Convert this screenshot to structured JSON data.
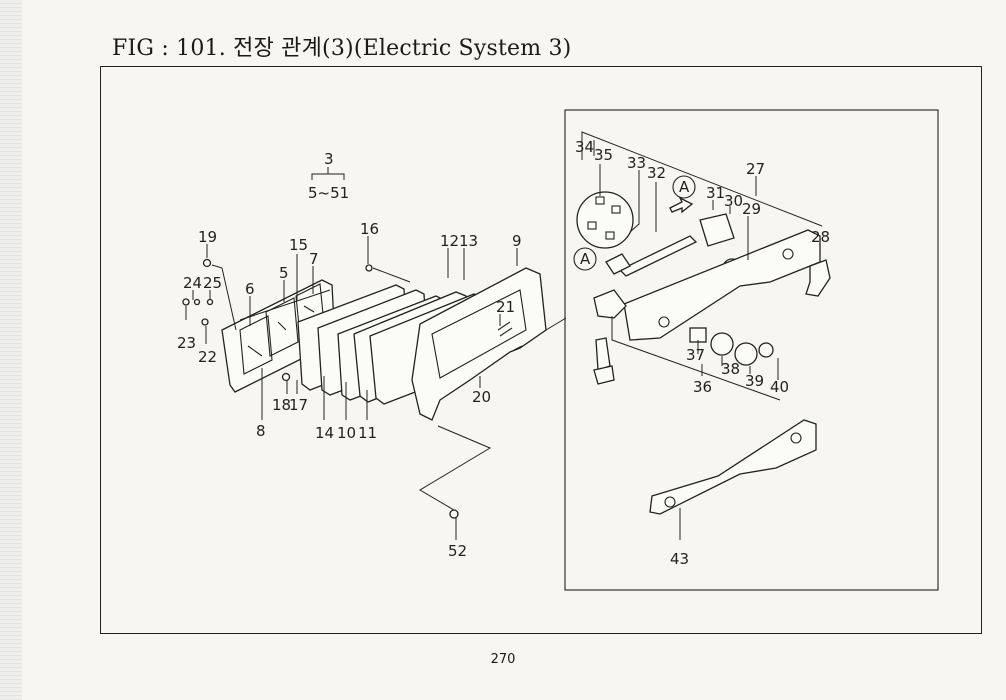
{
  "title": "FIG : 101. 전장 관계(3)(Electric System 3)",
  "page_number": "270",
  "inset_marker": "A",
  "callouts": [
    {
      "id": "3",
      "label": "3"
    },
    {
      "id": "5-51",
      "label": "5~51"
    },
    {
      "id": "19",
      "label": "19"
    },
    {
      "id": "15",
      "label": "15"
    },
    {
      "id": "7",
      "label": "7"
    },
    {
      "id": "5",
      "label": "5"
    },
    {
      "id": "6",
      "label": "6"
    },
    {
      "id": "24",
      "label": "24"
    },
    {
      "id": "25",
      "label": "25"
    },
    {
      "id": "23",
      "label": "23"
    },
    {
      "id": "22",
      "label": "22"
    },
    {
      "id": "16",
      "label": "16"
    },
    {
      "id": "12",
      "label": "12"
    },
    {
      "id": "13",
      "label": "13"
    },
    {
      "id": "9",
      "label": "9"
    },
    {
      "id": "21",
      "label": "21"
    },
    {
      "id": "20",
      "label": "20"
    },
    {
      "id": "18",
      "label": "18"
    },
    {
      "id": "17",
      "label": "17"
    },
    {
      "id": "8",
      "label": "8"
    },
    {
      "id": "14",
      "label": "14"
    },
    {
      "id": "10",
      "label": "10"
    },
    {
      "id": "11",
      "label": "11"
    },
    {
      "id": "52",
      "label": "52"
    },
    {
      "id": "34",
      "label": "34"
    },
    {
      "id": "35",
      "label": "35"
    },
    {
      "id": "33",
      "label": "33"
    },
    {
      "id": "32",
      "label": "32"
    },
    {
      "id": "31",
      "label": "31"
    },
    {
      "id": "30",
      "label": "30"
    },
    {
      "id": "29",
      "label": "29"
    },
    {
      "id": "27",
      "label": "27"
    },
    {
      "id": "28",
      "label": "28"
    },
    {
      "id": "37",
      "label": "37"
    },
    {
      "id": "38",
      "label": "38"
    },
    {
      "id": "39",
      "label": "39"
    },
    {
      "id": "40",
      "label": "40"
    },
    {
      "id": "36",
      "label": "36"
    },
    {
      "id": "43",
      "label": "43"
    }
  ]
}
